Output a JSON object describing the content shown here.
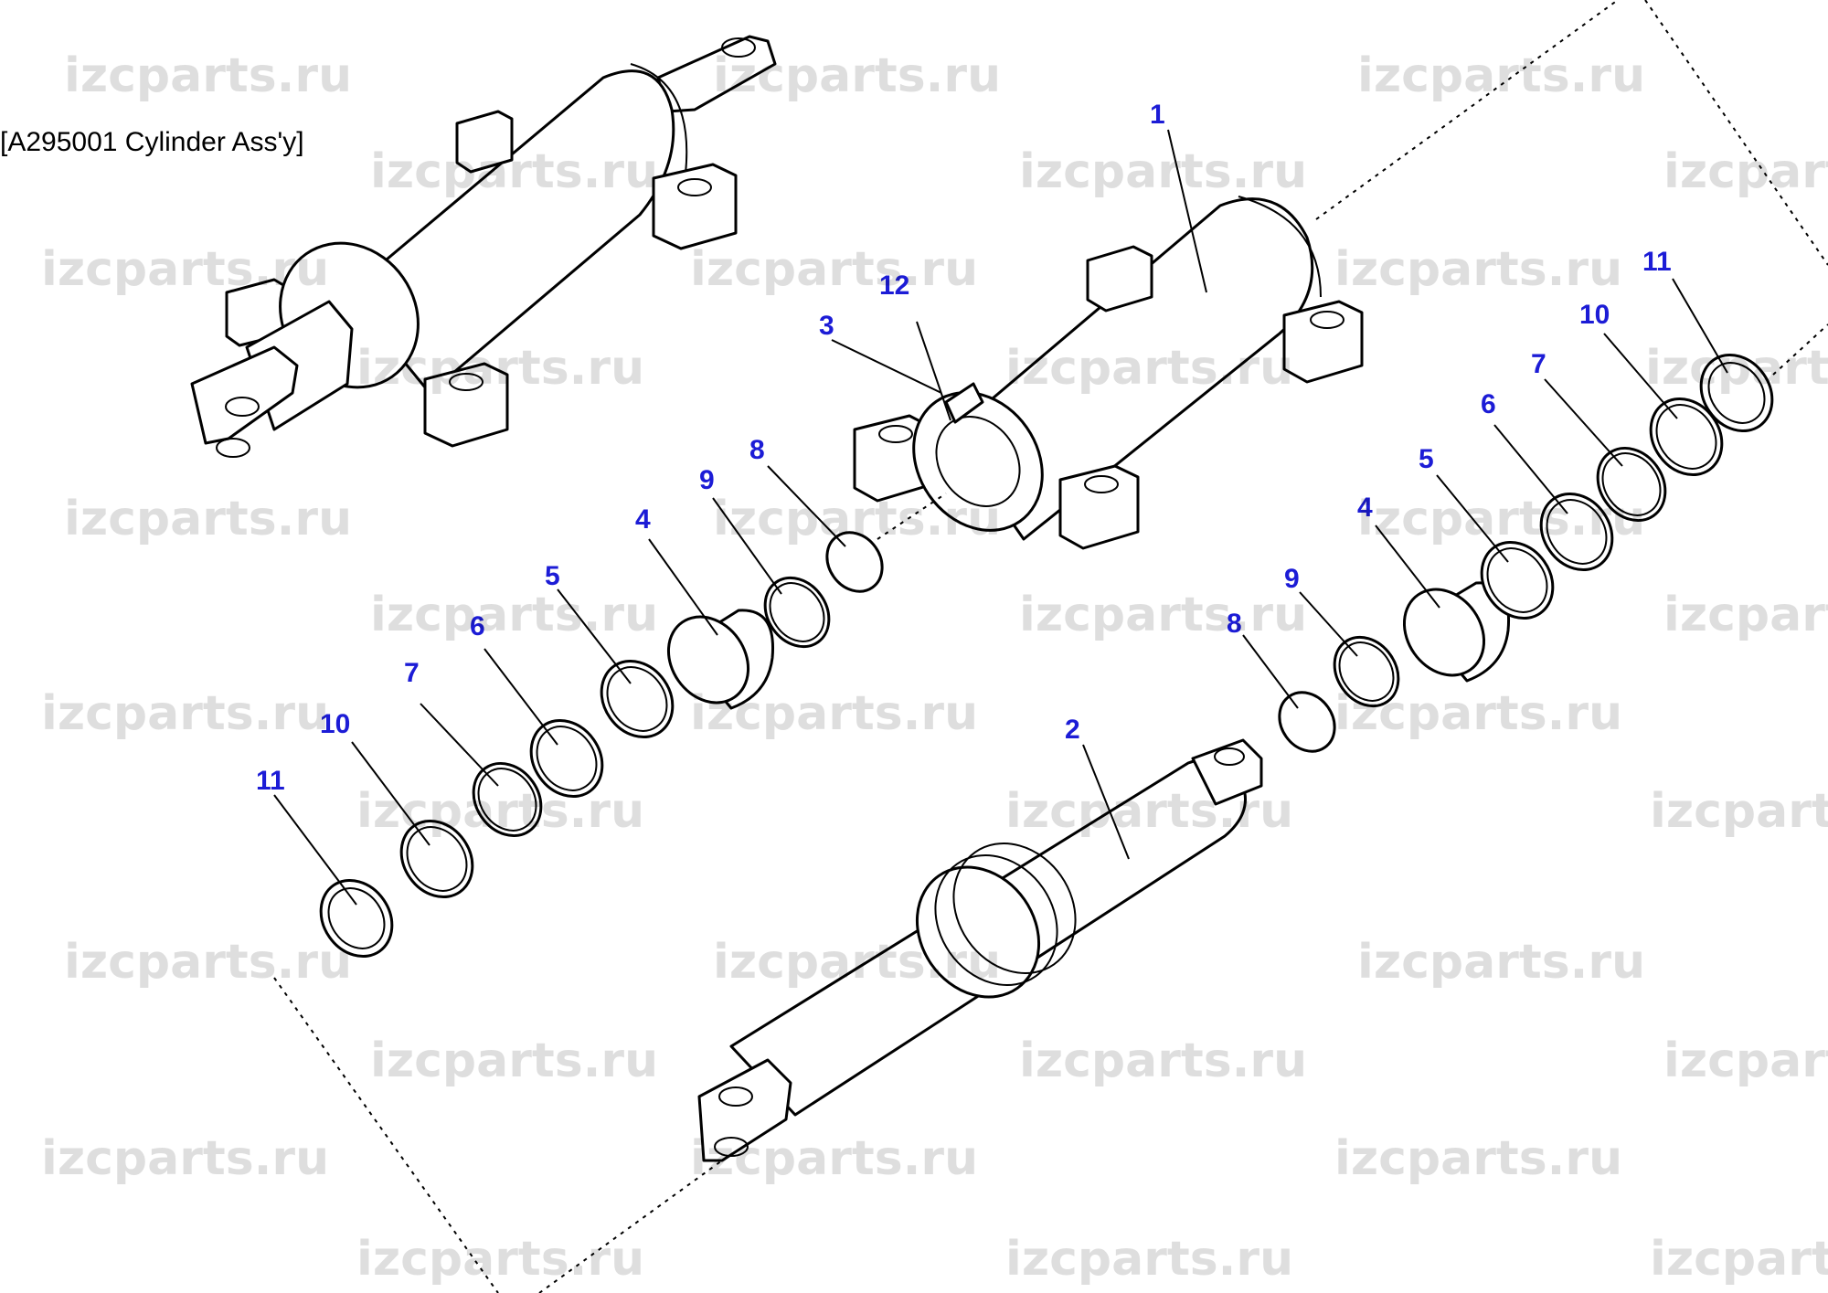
{
  "title": "[A295001  Cylinder Ass'y]",
  "watermark_text": "izcparts.ru",
  "colors": {
    "callout": "#1c1cd6",
    "line": "#000000",
    "background": "#ffffff"
  },
  "callouts": [
    "1",
    "2",
    "3",
    "4",
    "5",
    "6",
    "7",
    "8",
    "9",
    "10",
    "11",
    "12"
  ]
}
